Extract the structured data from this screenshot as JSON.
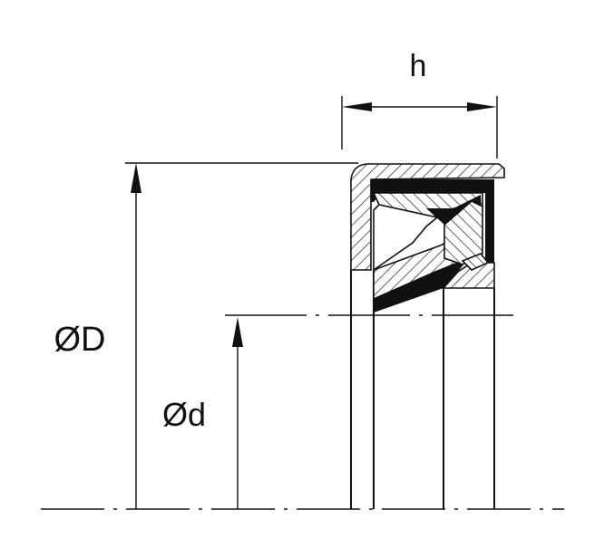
{
  "labels": {
    "width": "h",
    "outer_diameter": "ØD",
    "inner_diameter": "Ød"
  },
  "colors": {
    "ink": "#111111",
    "background": "#ffffff",
    "rubber": "#111111"
  }
}
